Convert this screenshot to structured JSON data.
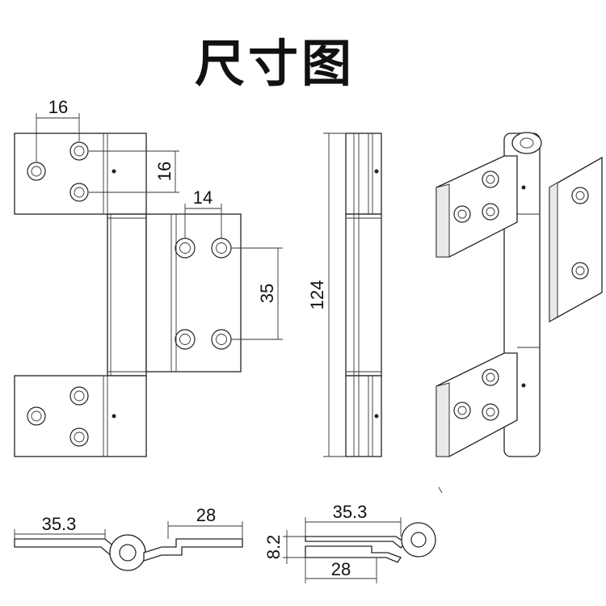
{
  "title": "尺寸图",
  "dimensions": {
    "hole_spacing_top_h": "16",
    "hole_spacing_top_v": "16",
    "hole_spacing_mid_h": "14",
    "hole_spacing_mid_v": "35",
    "total_height": "124",
    "flat_width_left": "35.3",
    "flat_width_right": "28",
    "side_width_top": "35.3",
    "side_thickness": "8.2",
    "side_width_bottom": "28"
  }
}
